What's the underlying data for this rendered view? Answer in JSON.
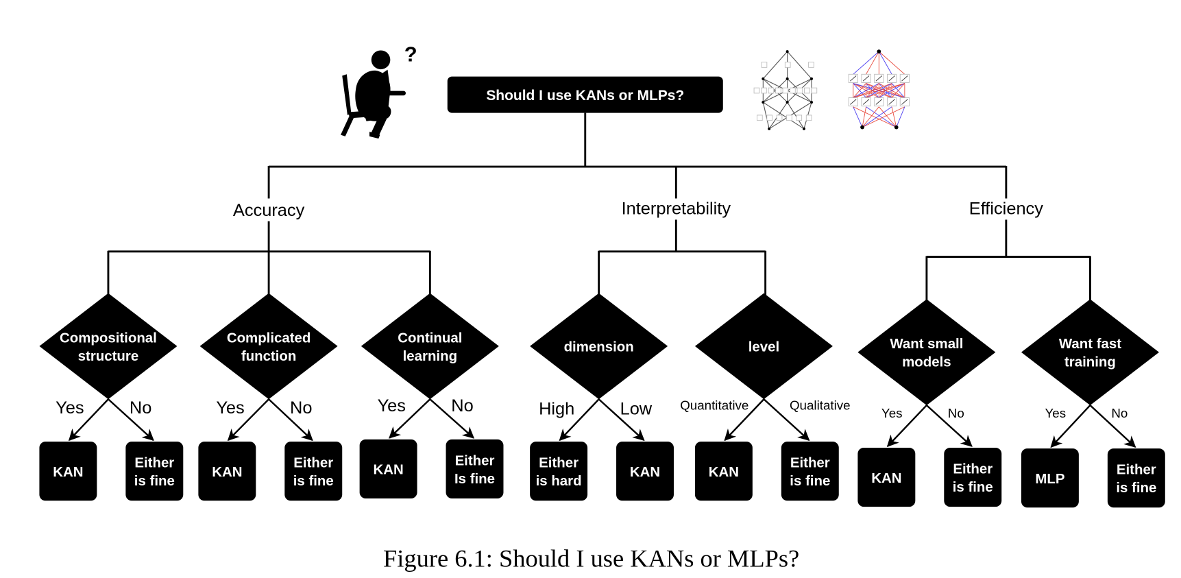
{
  "root": {
    "question": "Should I use KANs or MLPs?"
  },
  "decorations": {
    "thinker_icon": "person-thinking-on-chair-icon",
    "question_mark": "?",
    "kan_network_icon": "kan-network-diagram-icon",
    "mlp_network_icon": "mlp-network-diagram-icon",
    "mlp_edge_colors": [
      "#e8493c",
      "#4a3cf0"
    ]
  },
  "categories": [
    {
      "label": "Accuracy",
      "decisions": [
        {
          "question": [
            "Compositional",
            "structure"
          ],
          "branches": [
            {
              "label": "Yes",
              "result": [
                "KAN"
              ]
            },
            {
              "label": "No",
              "result": [
                "Either",
                "is fine"
              ]
            }
          ]
        },
        {
          "question": [
            "Complicated",
            "function"
          ],
          "branches": [
            {
              "label": "Yes",
              "result": [
                "KAN"
              ]
            },
            {
              "label": "No",
              "result": [
                "Either",
                "is fine"
              ]
            }
          ]
        },
        {
          "question": [
            "Continual",
            "learning"
          ],
          "branches": [
            {
              "label": "Yes",
              "result": [
                "KAN"
              ]
            },
            {
              "label": "No",
              "result": [
                "Either",
                "Is fine"
              ]
            }
          ]
        }
      ]
    },
    {
      "label": "Interpretability",
      "decisions": [
        {
          "question": [
            "dimension"
          ],
          "branches": [
            {
              "label": "High",
              "result": [
                "Either",
                "is hard"
              ]
            },
            {
              "label": "Low",
              "result": [
                "KAN"
              ]
            }
          ]
        },
        {
          "question": [
            "level"
          ],
          "branches": [
            {
              "label": "Quantitative",
              "result": [
                "KAN"
              ]
            },
            {
              "label": "Qualitative",
              "result": [
                "Either",
                "is fine"
              ]
            }
          ]
        }
      ]
    },
    {
      "label": "Efficiency",
      "decisions": [
        {
          "question": [
            "Want small",
            "models"
          ],
          "branches": [
            {
              "label": "Yes",
              "result": [
                "KAN"
              ]
            },
            {
              "label": "No",
              "result": [
                "Either",
                "is fine"
              ]
            }
          ]
        },
        {
          "question": [
            "Want fast",
            "training"
          ],
          "branches": [
            {
              "label": "Yes",
              "result": [
                "MLP"
              ]
            },
            {
              "label": "No",
              "result": [
                "Either",
                "is fine"
              ]
            }
          ]
        }
      ]
    }
  ],
  "caption": "Figure 6.1: Should I use KANs or MLPs?"
}
